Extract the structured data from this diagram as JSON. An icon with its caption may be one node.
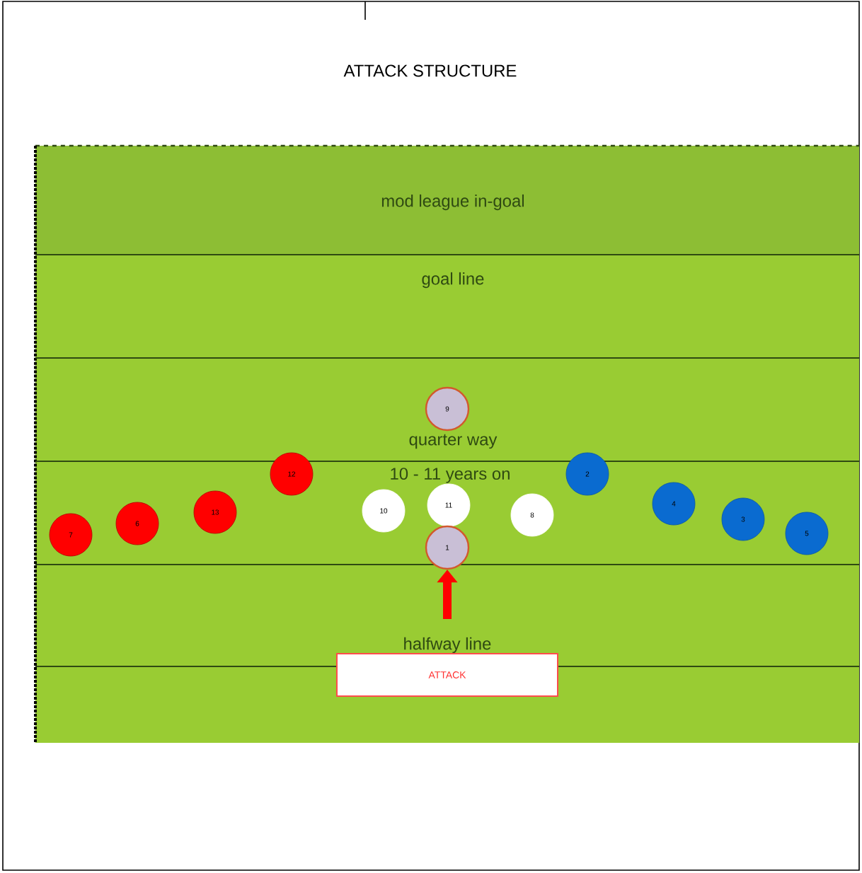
{
  "diagram": {
    "title": "ATTACK STRUCTURE",
    "nodes": [
      {
        "text": [
          "9"
        ]
      },
      {
        "text": [
          "7"
        ]
      },
      {
        "text": [
          "6"
        ]
      },
      {
        "text": [
          "13"
        ]
      },
      {
        "text": [
          "12"
        ]
      },
      {
        "text": [
          "10"
        ]
      },
      {
        "text": [
          "11"
        ]
      },
      {
        "text": [
          "8"
        ]
      },
      {
        "text": [
          "2"
        ]
      },
      {
        "text": [
          "4"
        ]
      },
      {
        "text": [
          "3"
        ]
      },
      {
        "text": [
          "5"
        ]
      },
      {
        "text": [
          "1"
        ]
      },
      {
        "text": [
          "ATTACK"
        ]
      }
    ],
    "edges": [
      {
        "from": 13,
        "to": 12,
        "arrow": "to"
      }
    ],
    "labels": [
      "mod league in-goal",
      "goal line",
      "quarter way",
      "10 - 11 years on",
      "halfway line"
    ]
  }
}
